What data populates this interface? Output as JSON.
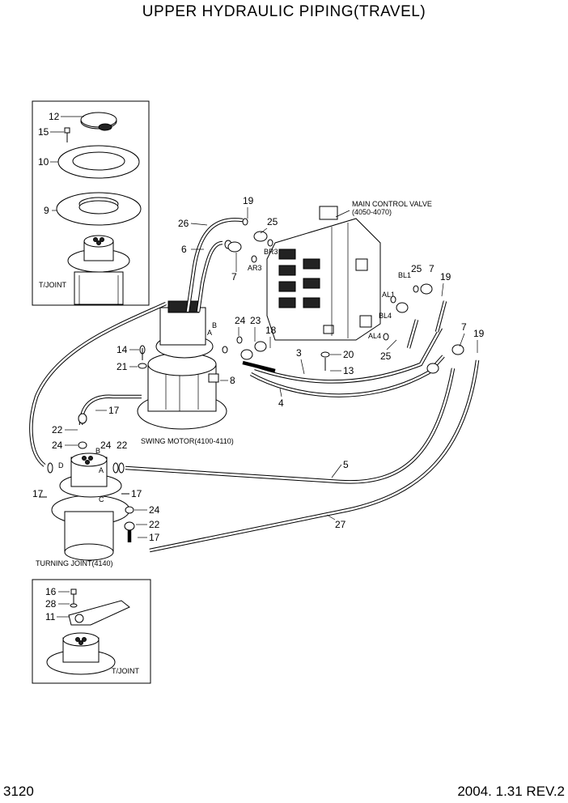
{
  "title": "UPPER HYDRAULIC PIPING(TRAVEL)",
  "page_number": "3120",
  "revision": "2004. 1.31 REV.2",
  "captions": {
    "mcv_line1": "MAIN CONTROL VALVE",
    "mcv_line2": "(4050-4070)",
    "swing_motor": "SWING MOTOR(4100-4110)",
    "turning_joint": "TURNING JOINT(4140)",
    "tjoint_top": "T/JOINT",
    "tjoint_bottom": "T/JOINT"
  },
  "port_labels": {
    "br3": "BR3",
    "ar3": "AR3",
    "bl1": "BL1",
    "al1": "AL1",
    "bl4": "BL4",
    "al4": "AL4",
    "a_motor": "A",
    "b_motor": "B",
    "b_tj": "B",
    "d_tj": "D",
    "a_tj": "A",
    "c_tj": "C"
  },
  "callouts": {
    "c12": "12",
    "c15": "15",
    "c10": "10",
    "c9": "9",
    "c19a": "19",
    "c26": "26",
    "c25a": "25",
    "c6": "6",
    "c7a": "7",
    "c25b": "25",
    "c7b": "7",
    "c19b": "19",
    "c24a": "24",
    "c23": "23",
    "c18": "18",
    "c14": "14",
    "c21": "21",
    "c8": "8",
    "c3": "3",
    "c20": "20",
    "c13": "13",
    "c4": "4",
    "c25c": "25",
    "c7c": "7",
    "c19c": "19",
    "c17a": "17",
    "c22a": "22",
    "c24b": "24",
    "c24c": "24",
    "c22b": "22",
    "c5": "5",
    "c17b": "17",
    "c17c": "17",
    "c24d": "24",
    "c27": "27",
    "c22c": "22",
    "c17d": "17",
    "c16": "16",
    "c28": "28",
    "c11": "11"
  }
}
